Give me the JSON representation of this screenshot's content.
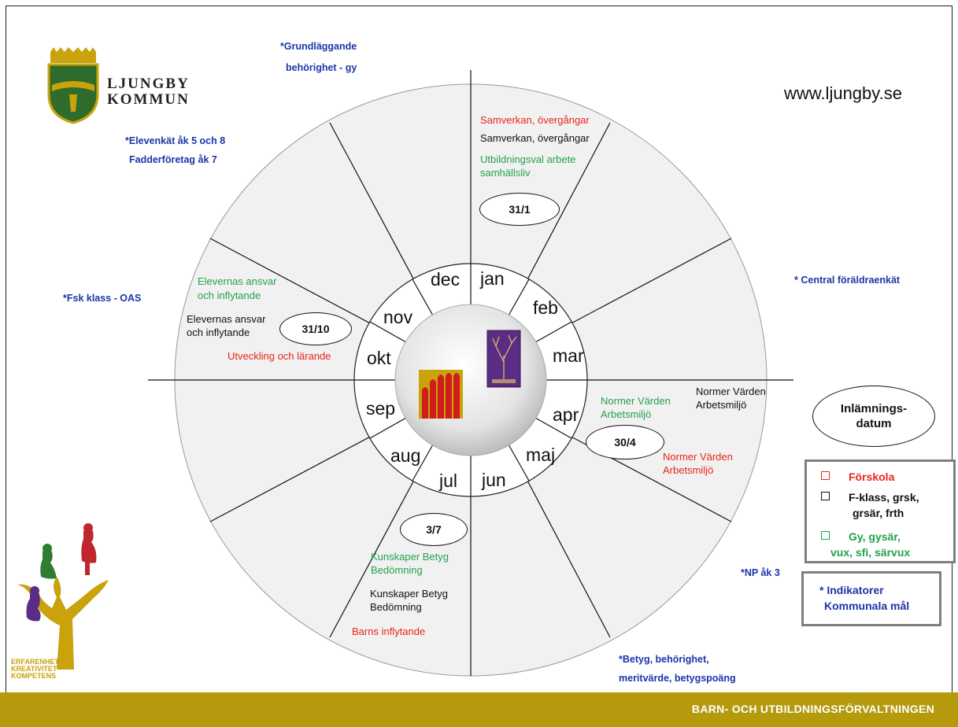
{
  "logo": {
    "line1": "LJUNGBY",
    "line2": "KOMMUN"
  },
  "website": "www.ljungby.se",
  "footer": "BARN- OCH UTBILDNINGSFÖRVALTNINGEN",
  "months": [
    "jan",
    "feb",
    "mar",
    "apr",
    "maj",
    "jun",
    "jul",
    "aug",
    "sep",
    "okt",
    "nov",
    "dec"
  ],
  "dates": {
    "jan": "31/1",
    "apr": "30/4",
    "jul": "3/7",
    "okt": "31/10"
  },
  "inlamning": {
    "line1": "Inlämnings-",
    "line2": "datum"
  },
  "january_texts": {
    "red": "Samverkan, övergångar",
    "black": "Samverkan, övergångar",
    "green1": "Utbildningsval arbete",
    "green2": "samhällsliv"
  },
  "october_texts": {
    "green1": "Elevernas ansvar",
    "green2": "och inflytande",
    "black1": "Elevernas ansvar",
    "black2": "och inflytande",
    "red": "Utveckling och lärande"
  },
  "april_texts": {
    "green1": "Normer Värden",
    "green2": "Arbetsmiljö",
    "black1": "Normer Värden",
    "black2": "Arbetsmiljö",
    "red1": "Normer Värden",
    "red2": "Arbetsmiljö"
  },
  "july_texts": {
    "green1": "Kunskaper Betyg",
    "green2": "Bedömning",
    "black1": "Kunskaper Betyg",
    "black2": "Bedömning",
    "red": "Barns inflytande"
  },
  "indicators": {
    "grund1": "*Grundläggande",
    "grund2": "behörighet - gy",
    "elevenkat1": "*Elevenkät åk 5 och 8",
    "elevenkat2": "Fadderföretag åk 7",
    "fsk": "*Fsk klass - OAS",
    "central": "* Central föräldraenkät",
    "np": "*NP åk 3",
    "betyg1": "*Betyg, behörighet,",
    "betyg2": "meritvärde, betygspoäng"
  },
  "legend": {
    "forskola": "Förskola",
    "fklass1": "F-klass,  grsk,",
    "fklass2": "grsär, frth",
    "gy1": "Gy, gysär,",
    "gy2": "vux, sfi, särvux",
    "colors": {
      "forskola": "#e8251b",
      "fklass": "#111111",
      "gy": "#23a24d"
    }
  },
  "indikatorer": {
    "line1": "* Indikatorer",
    "line2": "Kommunala mål"
  },
  "tree_logo": {
    "line1": "ERFARENHET",
    "line2": "KREATIVITET",
    "line3": "KOMPETENS"
  }
}
